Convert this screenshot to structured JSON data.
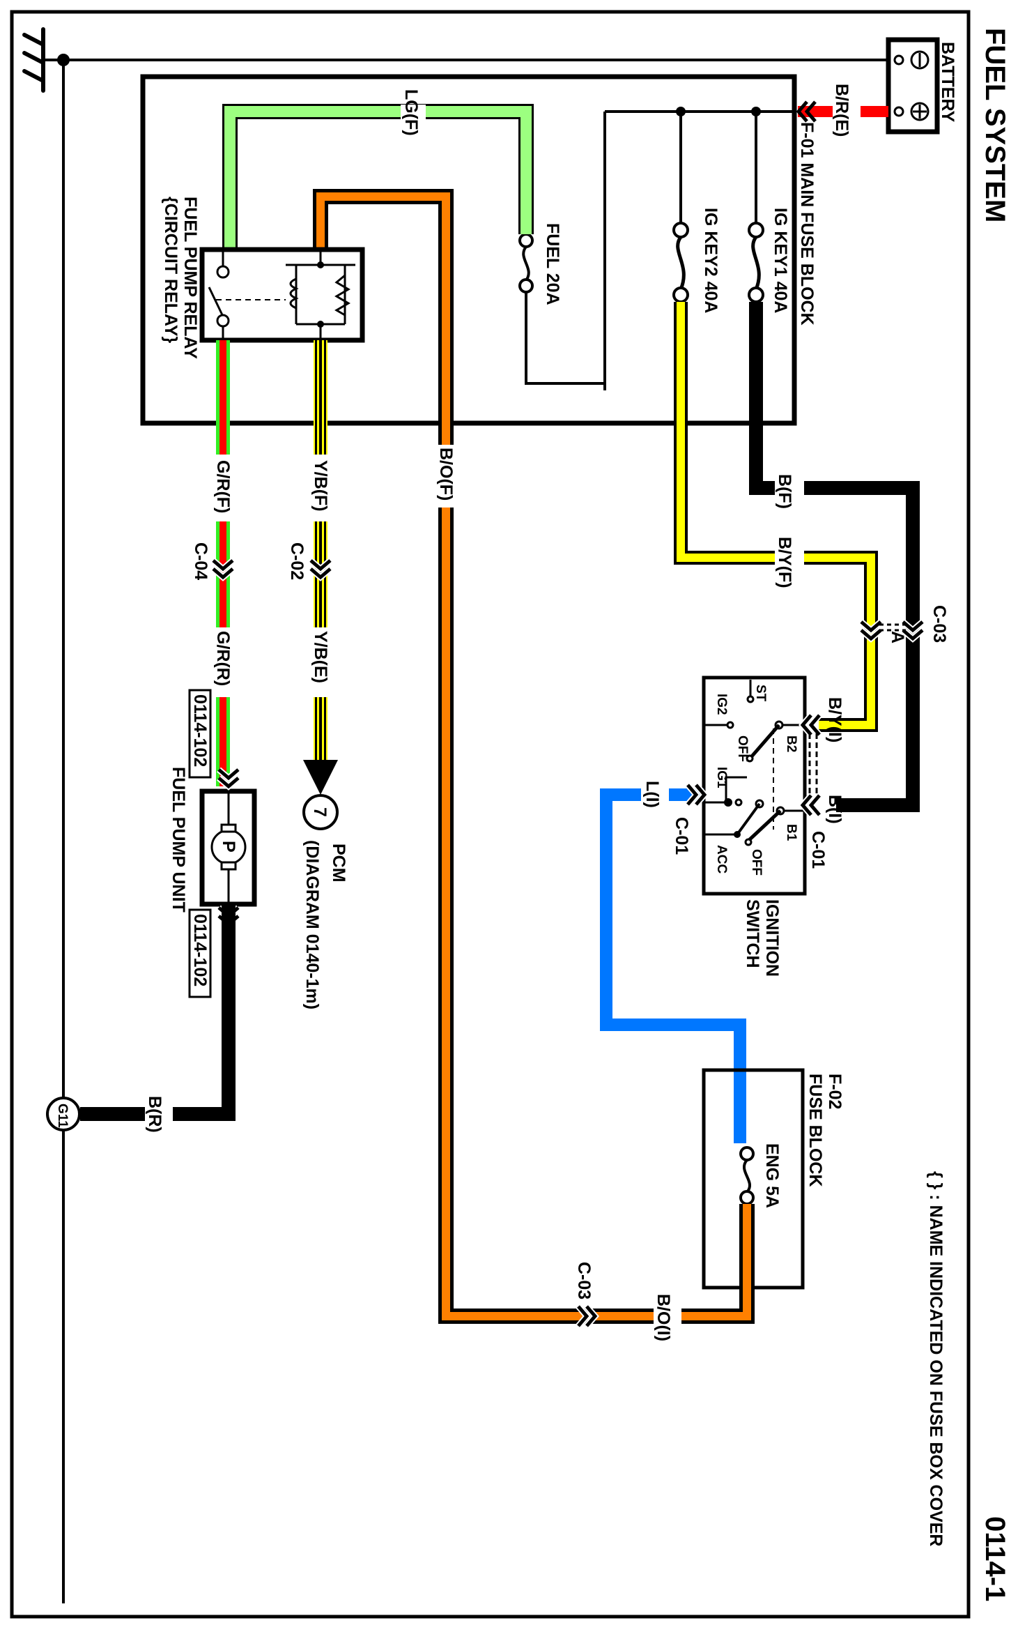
{
  "title": "FUEL SYSTEM",
  "page_number": "0114-1",
  "note": "{ } : NAME INDICATED ON FUSE BOX COVER",
  "colors": {
    "red": "#ff0000",
    "light_green": "#9cff80",
    "green": "#33ee22",
    "yellow": "#ffff00",
    "orange": "#ff8000",
    "blue": "#0077ff",
    "black": "#000000"
  },
  "components": {
    "battery": {
      "label": "BATTERY",
      "neg_symbol": "−",
      "pos_symbol": "+"
    },
    "main_fuse_block": {
      "label": "F-01 MAIN FUSE BLOCK"
    },
    "fuse_ig_key1": {
      "label": "IG KEY1 40A"
    },
    "fuse_ig_key2": {
      "label": "IG KEY2 40A"
    },
    "fuse_fuel": {
      "label": "FUEL 20A"
    },
    "fuel_pump_relay": {
      "label": "FUEL PUMP RELAY",
      "alt_label": "{CIRCUIT RELAY}"
    },
    "ignition_switch": {
      "label_line1": "IGNITION",
      "label_line2": "SWITCH",
      "terminals": {
        "st": "ST",
        "ig2": "IG2",
        "ig1": "IG1",
        "acc": "ACC",
        "b1": "B1",
        "b2": "B2",
        "off_1": "OFF",
        "off_2": "OFF"
      }
    },
    "fuse_block_f02": {
      "label_line1": "F-02",
      "label_line2": "FUSE BLOCK"
    },
    "fuse_eng": {
      "label": "ENG 5A"
    },
    "pcm": {
      "pin": "7",
      "label_line1": "PCM",
      "label_line2": "(DIAGRAM 0140-1m)"
    },
    "fuel_pump_unit": {
      "label": "FUEL PUMP UNIT",
      "symbol": "P"
    },
    "ground": {
      "label": "G11"
    }
  },
  "wires": {
    "battery_to_f01": "B/R(E)",
    "lg_f": "LG(F)",
    "b_f": "B(F)",
    "by_f": "B/Y(F)",
    "by_i": "B/Y(I)",
    "b_i": "B(I)",
    "l_i": "L(I)",
    "bo_f": "B/O(F)",
    "bo_i": "B/O(I)",
    "gr_f": "G/R(F)",
    "gr_r": "G/R(R)",
    "yb_f": "Y/B(F)",
    "yb_e": "Y/B(E)",
    "b_r": "B(R)"
  },
  "connectors": {
    "c03_top": "C-03",
    "c03_a": "A",
    "c01_right": "C-01",
    "c01_left": "C-01",
    "c02": "C-02",
    "c04": "C-04",
    "c03_bottom": "C-03",
    "ref_pump_in": "0114-102",
    "ref_pump_out": "0114-102"
  }
}
